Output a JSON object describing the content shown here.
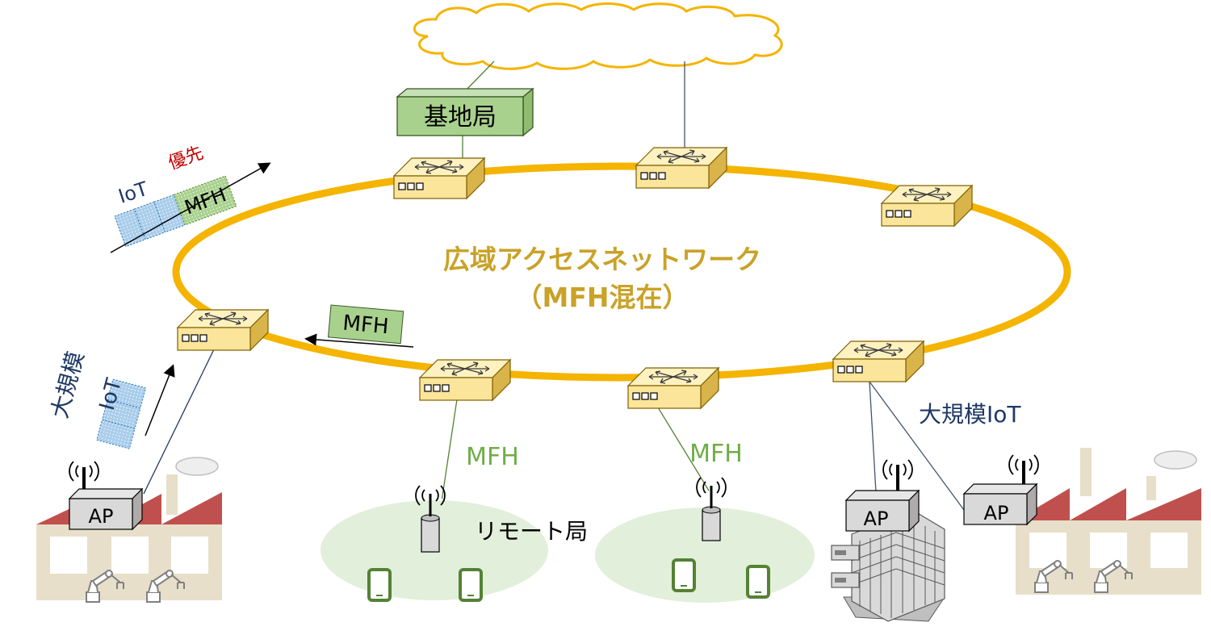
{
  "network": {
    "title": "広域アクセスネットワーク",
    "subtitle": "（MFH混在）",
    "title_color": "#C9A227",
    "ring_color": "#F4B400"
  },
  "base_station": {
    "label": "基地局"
  },
  "switch": {
    "port_icon": "port-squares-icon",
    "color": "#FBE59B"
  },
  "labels": {
    "mfh": "MFH",
    "ap": "AP",
    "iot_left": "IoT",
    "priority": "優先",
    "large_iot_vertical": [
      "大規模",
      "IoT"
    ],
    "large_iot_right": "大規模IoT",
    "remote_station": "リモート局"
  },
  "colors": {
    "mfh_box": "#A9D18E",
    "mfh_text": "#548235",
    "iot_box": "#9DC3E6",
    "priority_text": "#C00000",
    "label_navy": "#1F3864",
    "cloud_stroke": "#F4B400",
    "coverage_fill": "#E2EFDA"
  },
  "icons": [
    "cloud-icon",
    "switch-icon",
    "antenna-icon",
    "smartphone-icon",
    "factory-icon",
    "robot-arm-icon",
    "building-icon",
    "server-icon"
  ]
}
